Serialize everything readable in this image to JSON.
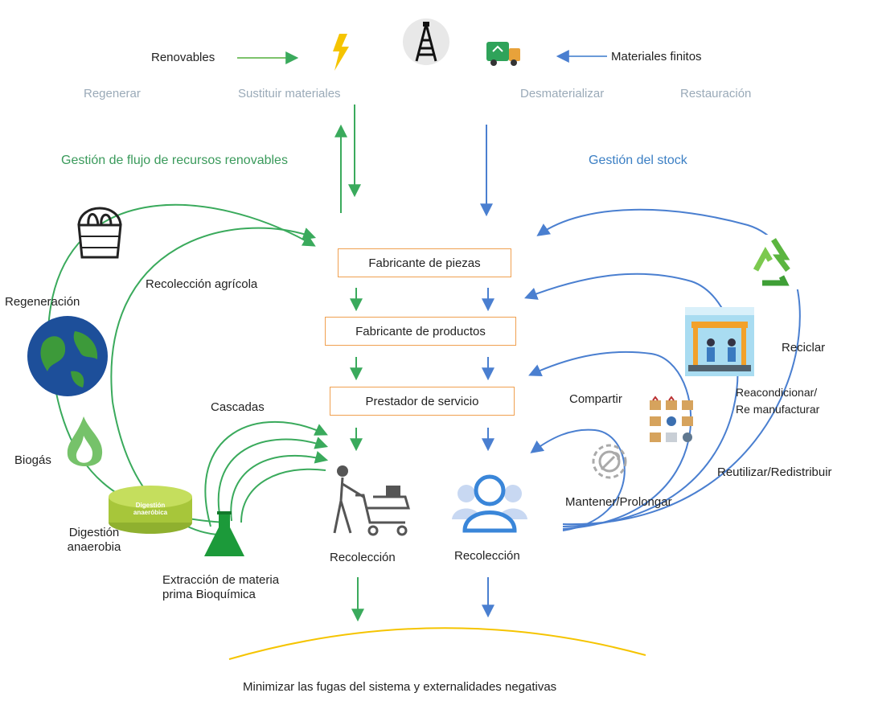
{
  "top": {
    "renewables": "Renovables",
    "finite_materials": "Materiales finitos"
  },
  "principles": [
    "Regenerar",
    "Sustituir materiales",
    "Desmaterializar",
    "Restauración"
  ],
  "flows": {
    "renewable_flow": "Gestión de flujo de recursos renovables",
    "stock": "Gestión del stock"
  },
  "boxes": [
    "Fabricante de piezas",
    "Fabricante de productos",
    "Prestador de servicio"
  ],
  "left_labels": {
    "regeneration": "Regeneración",
    "agricultural_collection": "Recolección agrícola",
    "biogas": "Biogás",
    "anaerobic_digestion": "Digestión\nanaerobia",
    "cascades": "Cascadas",
    "biochemical_extraction": "Extracción de materia\nprima Bioquímica",
    "tank_label": "Digestión\nanaeróbica"
  },
  "right_labels": {
    "recycle": "Reciclar",
    "refurbish": "Reacondicionar/\nRe manufacturar",
    "share": "Compartir",
    "reuse": "Reutilizar/Redistribuir",
    "maintain": "Mantener/Prolongar"
  },
  "collections": [
    "Recolección",
    "Recolección"
  ],
  "bottom": "Minimizar las fugas del sistema y externalidades negativas",
  "colors": {
    "green": "#3aaa5c",
    "blue": "#4a7fd0",
    "orange": "#f0a050",
    "yellow": "#f5c400"
  },
  "icons": [
    "lightning-icon",
    "oil-derrick-icon",
    "recycling-truck-icon",
    "basket-icon",
    "earth-globe-icon",
    "flame-icon",
    "digester-tank-icon",
    "flask-icon",
    "shopping-cart-person-icon",
    "user-group-icon",
    "recycle-icon",
    "factory-icon",
    "boxes-grid-icon",
    "gear-wrench-icon"
  ]
}
